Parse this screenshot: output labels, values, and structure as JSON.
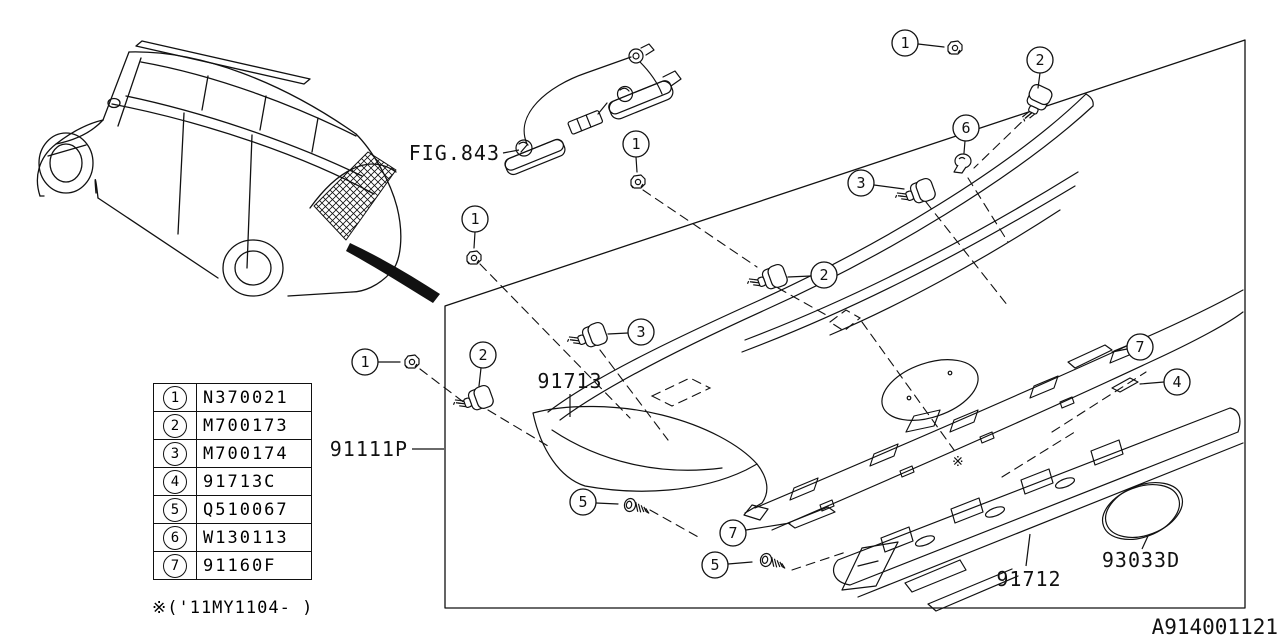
{
  "diagram": {
    "figure_ref": "FIG.843",
    "drawing_code": "A914001121",
    "footnote": "※('11MY1104-  )",
    "asterisk": "※",
    "part_labels": {
      "gate_panel": "91111P",
      "protector": "91713",
      "garnish": "91712",
      "ornament": "93033D"
    }
  },
  "parts_table": {
    "rows": [
      {
        "ref": "1",
        "code": "N370021"
      },
      {
        "ref": "2",
        "code": "M700173"
      },
      {
        "ref": "3",
        "code": "M700174"
      },
      {
        "ref": "4",
        "code": "91713C"
      },
      {
        "ref": "5",
        "code": "Q510067"
      },
      {
        "ref": "6",
        "code": "W130113"
      },
      {
        "ref": "7",
        "code": "91160F"
      }
    ]
  },
  "callouts": [
    {
      "n": "1"
    },
    {
      "n": "2"
    },
    {
      "n": "6"
    },
    {
      "n": "3"
    },
    {
      "n": "1"
    },
    {
      "n": "1"
    },
    {
      "n": "2"
    },
    {
      "n": "3"
    },
    {
      "n": "1"
    },
    {
      "n": "2"
    },
    {
      "n": "5"
    },
    {
      "n": "7"
    },
    {
      "n": "5"
    },
    {
      "n": "7"
    },
    {
      "n": "4"
    }
  ],
  "colors": {
    "line": "#111111",
    "bg": "#ffffff"
  }
}
